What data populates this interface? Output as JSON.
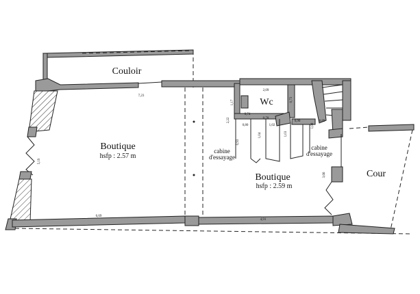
{
  "rooms": {
    "couloir": "Couloir",
    "boutique_left": "Boutique",
    "boutique_left_hsfp": "hsfp : 2.57 m",
    "wc": "Wc",
    "boutique_right": "Boutique",
    "boutique_right_hsfp": "hsfp : 2.59 m",
    "cour": "Cour",
    "cabine_left_1": "cabine",
    "cabine_left_2": "d'essayage",
    "cabine_right_1": "cabine",
    "cabine_right_2": "d'essayage"
  },
  "dimensions": {
    "d_723": "7,23",
    "d_209": "2,09",
    "d_074": "0,74",
    "d_078": "0,78",
    "d_117": "1,17",
    "d_073": "0,73",
    "d_222": "2,22",
    "d_080": "0,80",
    "d_093": "0,93",
    "d_104": "1,04",
    "d_102": "1,02",
    "d_090": "0,90",
    "d_103": "1,03",
    "d_089": "0,89",
    "d_108": "1,08",
    "d_519": "5,19",
    "d_669": "6,69",
    "d_491": "4,91",
    "d_366": "3,66"
  }
}
